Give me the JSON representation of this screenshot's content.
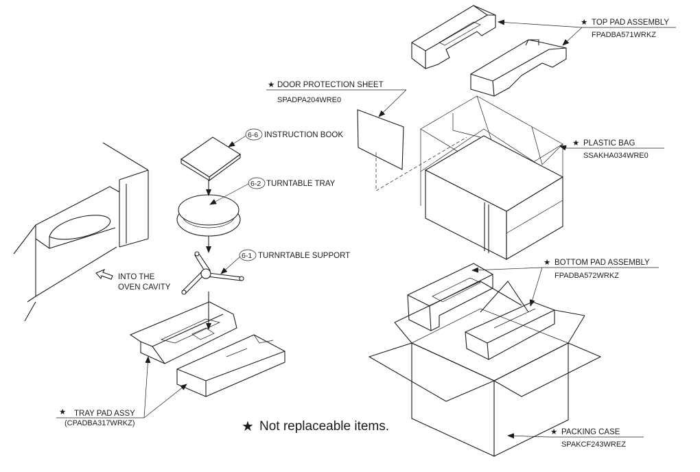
{
  "labels": {
    "top_pad_name": "TOP PAD ASSEMBLY",
    "top_pad_part": "FPADBA571WRKZ",
    "door_sheet_name": "DOOR PROTECTION SHEET",
    "door_sheet_part": "SPADPA204WRE0",
    "plastic_bag_name": "PLASTIC BAG",
    "plastic_bag_part": "SSAKHA034WRE0",
    "instruction_ref": "6-6",
    "instruction_name": "INSTRUCTION BOOK",
    "tray_ref": "6-2",
    "tray_name": "TURNTABLE TRAY",
    "support_ref": "6-1",
    "support_name": "TURNRTABLE SUPPORT",
    "into_cavity_1": "INTO THE",
    "into_cavity_2": "OVEN CAVITY",
    "bottom_pad_name": "BOTTOM PAD ASSEMBLY",
    "bottom_pad_part": "FPADBA572WRKZ",
    "tray_pad_name": "TRAY PAD ASSY",
    "tray_pad_part": "(CPADBA317WRKZ)",
    "packing_case_name": "PACKING CASE",
    "packing_case_part": "SPAKCF243WREZ",
    "note": "Not replaceable items.",
    "star": "★"
  },
  "icons": [
    "star-icon",
    "arrow-icon",
    "hollow-arrow-icon"
  ]
}
